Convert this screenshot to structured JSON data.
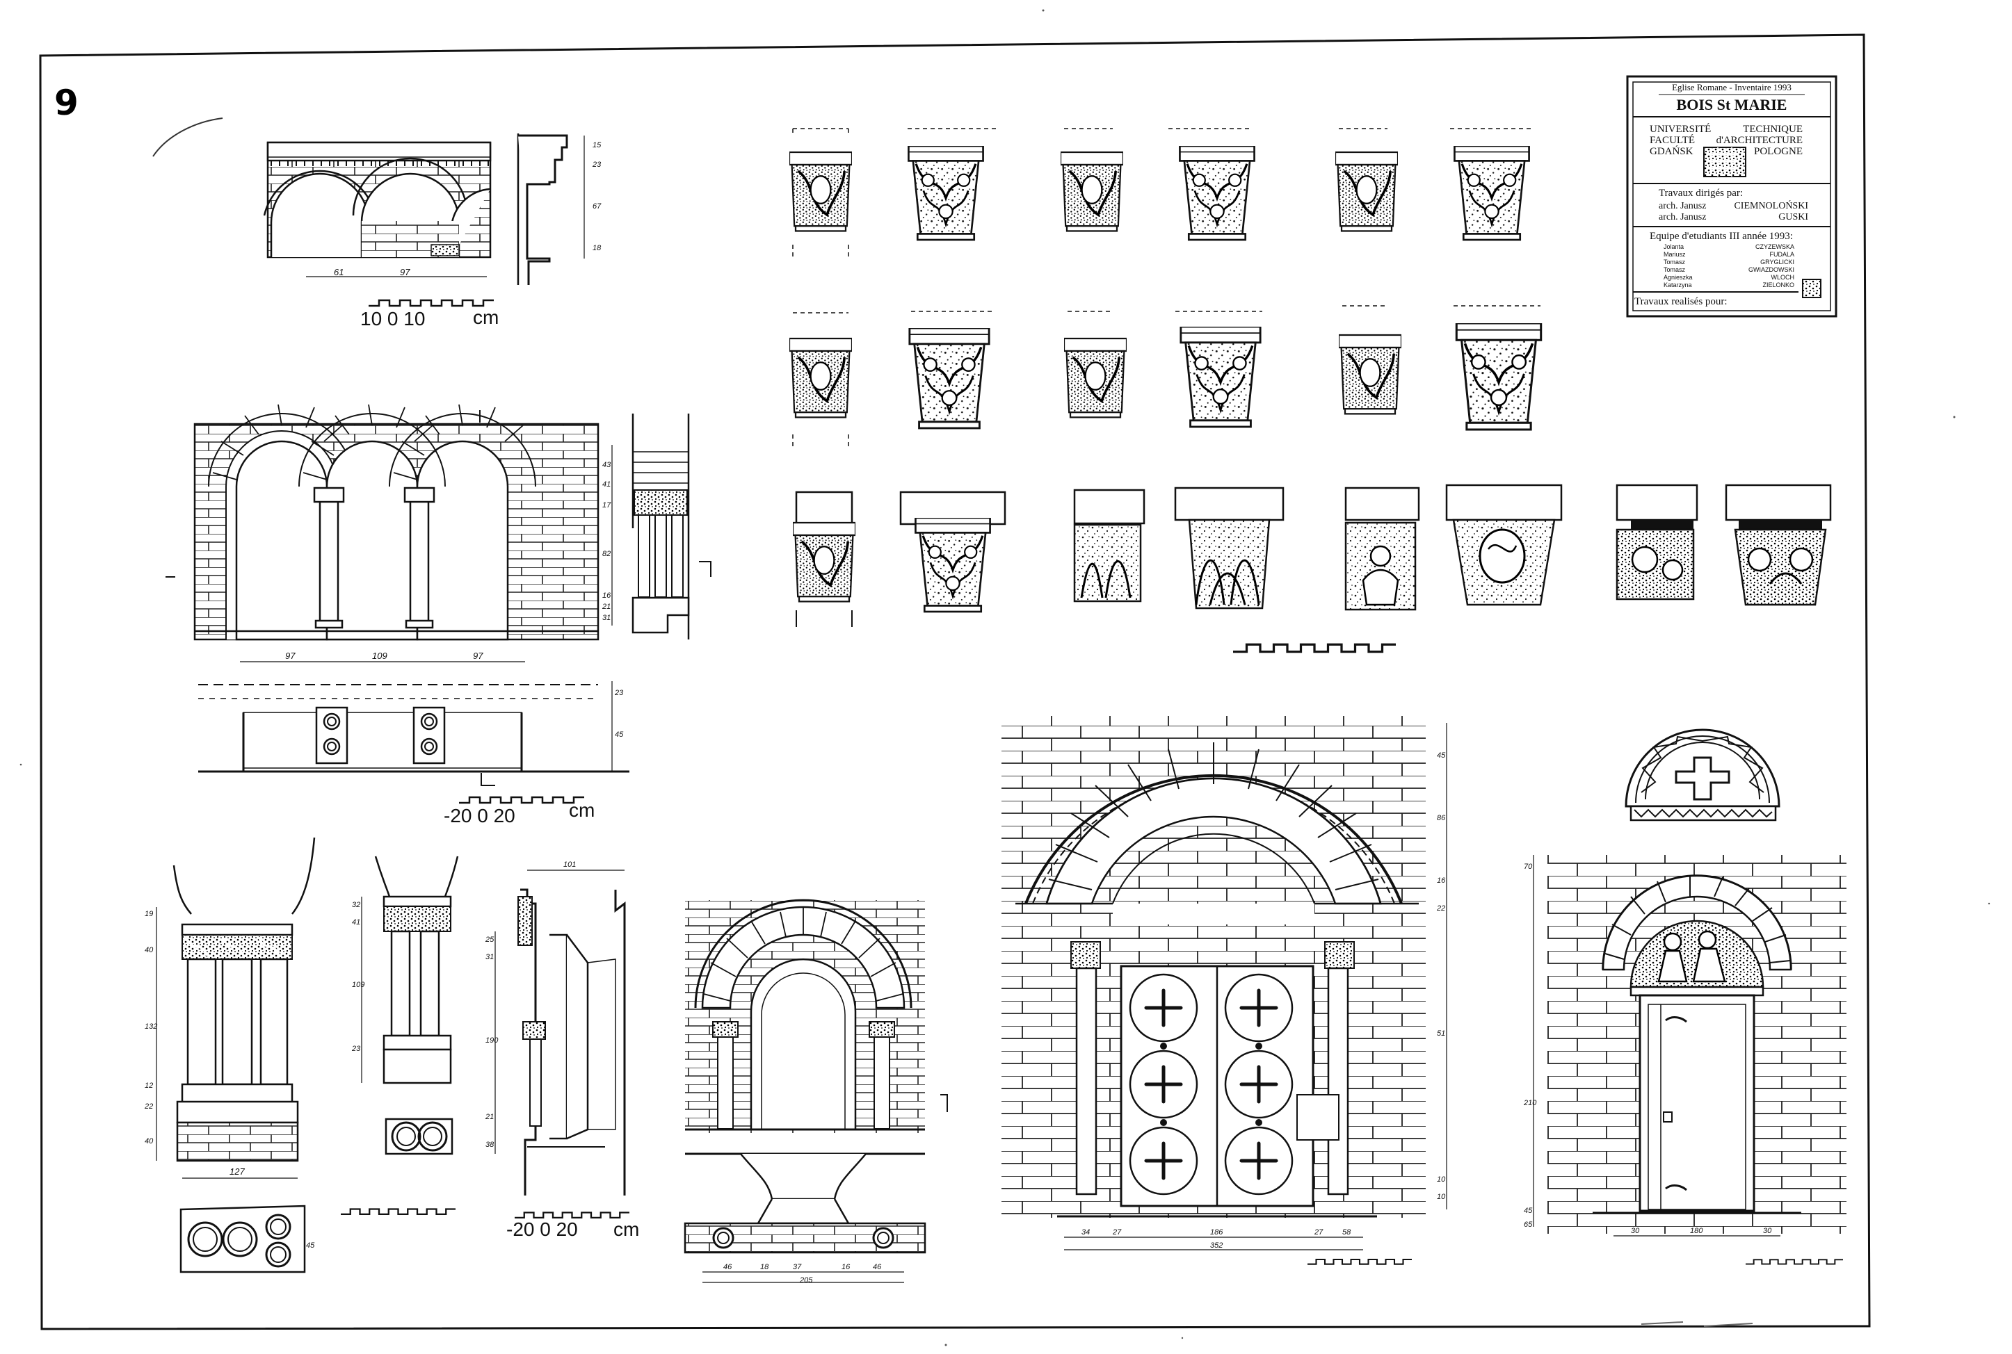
{
  "sheet_number": "9",
  "cartouche": {
    "header": "Eglise Romane  -  Inventaire 1993",
    "title": "BOIS St MARIE",
    "uni_left": [
      "UNIVERSITÉ",
      "FACULTÉ",
      "GDAŃSK"
    ],
    "uni_right": [
      "TECHNIQUE",
      "d'ARCHITECTURE",
      "POLOGNE"
    ],
    "directed_label": "Travaux dirigés par:",
    "directors": [
      {
        "first": "arch. Janusz",
        "last": "CIEMNOLOŃSKI"
      },
      {
        "first": "arch. Janusz",
        "last": "GUSKI"
      }
    ],
    "team_label": "Equipe d'etudiants  III année 1993:",
    "students": [
      {
        "first": "Jolanta",
        "last": "CZYZEWSKA"
      },
      {
        "first": "Mariusz",
        "last": "FUDALA"
      },
      {
        "first": "Tomasz",
        "last": "GRYGLICKI"
      },
      {
        "first": "Tomasz",
        "last": "GWIAZDOWSKI"
      },
      {
        "first": "Agnieszka",
        "last": "WLOCH"
      },
      {
        "first": "Katarzyna",
        "last": "ZIELONKO"
      }
    ],
    "realised_label": "Travaux realisés pour:"
  },
  "scales": {
    "s1": {
      "numbers": "10 0 10",
      "unit": "cm"
    },
    "s2": {
      "numbers": "-20 0 20",
      "unit": "cm"
    },
    "s3": {
      "numbers": "-20 0 20",
      "unit": "cm"
    }
  },
  "dims": {
    "d01": "61",
    "d02": "97",
    "d03": "97",
    "d04": "109",
    "d05": "97",
    "d06": "127",
    "d07": "101",
    "d08": "46",
    "d09": "18",
    "d10": "37",
    "d11": "16",
    "d12": "46",
    "d13": "205",
    "d14": "34",
    "d15": "27",
    "d16": "186",
    "d17": "27",
    "d18": "58",
    "d19": "352",
    "d20": "30",
    "d21": "180",
    "d22": "30",
    "d23": "15",
    "d24": "23",
    "d25": "67",
    "d26": "18",
    "d27": "43",
    "d28": "41",
    "d29": "17",
    "d30": "82",
    "d31": "16",
    "d32": "21",
    "d33": "31",
    "d34": "23",
    "d35": "45",
    "d36": "19",
    "d37": "40",
    "d38": "132",
    "d39": "12",
    "d40": "22",
    "d41": "40",
    "d42": "32",
    "d43": "41",
    "d44": "109",
    "d45": "23",
    "d46": "25",
    "d47": "31",
    "d48": "190",
    "d49": "21",
    "d50": "38",
    "d51": "45",
    "d52": "86",
    "d53": "16",
    "d54": "22",
    "d55": "51",
    "d56": "10",
    "d57": "10",
    "d58": "70",
    "d59": "210",
    "d60": "45",
    "d61": "65",
    "d62": "45"
  }
}
